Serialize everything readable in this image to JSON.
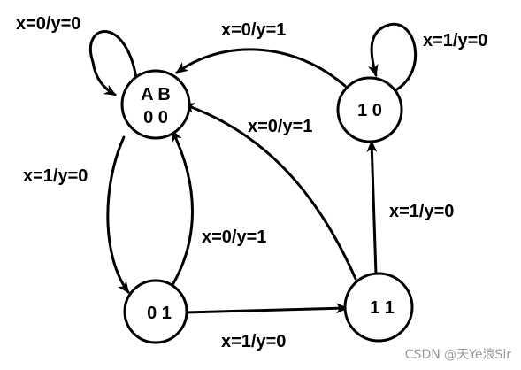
{
  "states": {
    "s00": {
      "header": "A B",
      "value": "0 0"
    },
    "s10": {
      "value": "1 0"
    },
    "s01": {
      "value": "0 1"
    },
    "s11": {
      "value": "1 1"
    }
  },
  "transitions": {
    "loop_00": "x=0/y=0",
    "loop_10": "x=1/y=0",
    "t10_00": "x=0/y=1",
    "t11_00": "x=0/y=1",
    "t00_01": "x=1/y=0",
    "t01_00": "x=0/y=1",
    "t01_11": "x=1/y=0",
    "t11_10": "x=1/y=0"
  },
  "watermark": "CSDN @天Ye浪Sir"
}
